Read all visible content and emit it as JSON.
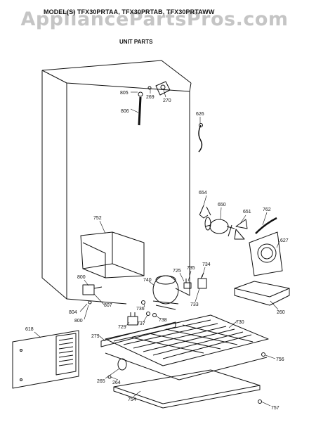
{
  "header": {
    "models": "MODEL(S) TFX30PRTAA, TFX30PRTAB, TFX30PRTAWW",
    "watermark": "AppliancePartsPros.com",
    "section_title": "UNIT PARTS"
  },
  "callouts": [
    {
      "id": "805",
      "label": "805"
    },
    {
      "id": "269",
      "label": "269"
    },
    {
      "id": "270",
      "label": "270"
    },
    {
      "id": "806",
      "label": "806"
    },
    {
      "id": "626",
      "label": "626"
    },
    {
      "id": "654",
      "label": "654"
    },
    {
      "id": "650",
      "label": "650"
    },
    {
      "id": "651",
      "label": "651"
    },
    {
      "id": "762",
      "label": "762"
    },
    {
      "id": "627",
      "label": "627"
    },
    {
      "id": "752",
      "label": "752"
    },
    {
      "id": "800a",
      "label": "800"
    },
    {
      "id": "725",
      "label": "725"
    },
    {
      "id": "735",
      "label": "735"
    },
    {
      "id": "734",
      "label": "734"
    },
    {
      "id": "740",
      "label": "740"
    },
    {
      "id": "733",
      "label": "733"
    },
    {
      "id": "260",
      "label": "260"
    },
    {
      "id": "804",
      "label": "804"
    },
    {
      "id": "807",
      "label": "807"
    },
    {
      "id": "800b",
      "label": "800"
    },
    {
      "id": "736",
      "label": "736"
    },
    {
      "id": "729",
      "label": "729"
    },
    {
      "id": "737",
      "label": "737"
    },
    {
      "id": "738",
      "label": "738"
    },
    {
      "id": "730",
      "label": "730"
    },
    {
      "id": "618",
      "label": "618"
    },
    {
      "id": "279",
      "label": "279"
    },
    {
      "id": "756",
      "label": "756"
    },
    {
      "id": "265",
      "label": "265"
    },
    {
      "id": "264",
      "label": "264"
    },
    {
      "id": "754",
      "label": "754"
    },
    {
      "id": "757",
      "label": "757"
    }
  ]
}
